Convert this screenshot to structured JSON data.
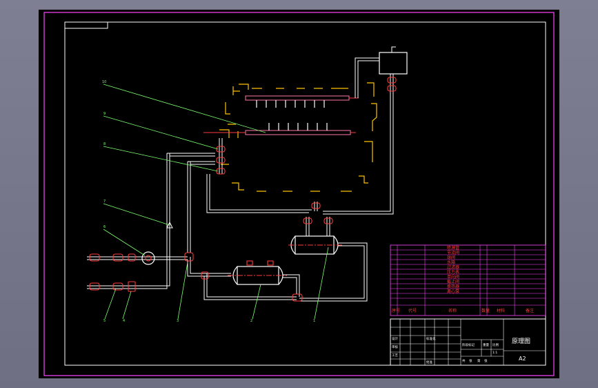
{
  "drawing": {
    "title_block": {
      "drawing_name": "原理图",
      "sheet_size": "A2",
      "small_labels": [
        "设计",
        "审核",
        "工艺",
        "标准化",
        "批准",
        "阶段标记",
        "重量",
        "比例",
        "共",
        "张",
        "第",
        "张",
        "1:1"
      ]
    },
    "parts_list": {
      "header": [
        "序号",
        "代号",
        "名称",
        "数量",
        "材料",
        "备注"
      ],
      "rows": [
        "离心泵",
        "换热器",
        "截止阀",
        "单向阀",
        "压力表",
        "过滤器",
        "水箱",
        "球阀",
        "节流阀",
        "喷淋管"
      ]
    },
    "leaders": [
      "1",
      "2",
      "3",
      "4",
      "5",
      "6",
      "7",
      "8",
      "9",
      "10"
    ],
    "colors": {
      "sheet_bg": "#000000",
      "outer_frame": "#ff45ff",
      "pipes": "#ffffff",
      "fittings": "#ff3b3b",
      "machine_outline": "#ffc400",
      "leaders": "#7cff6e",
      "table_lines": "#ff45ff"
    }
  }
}
